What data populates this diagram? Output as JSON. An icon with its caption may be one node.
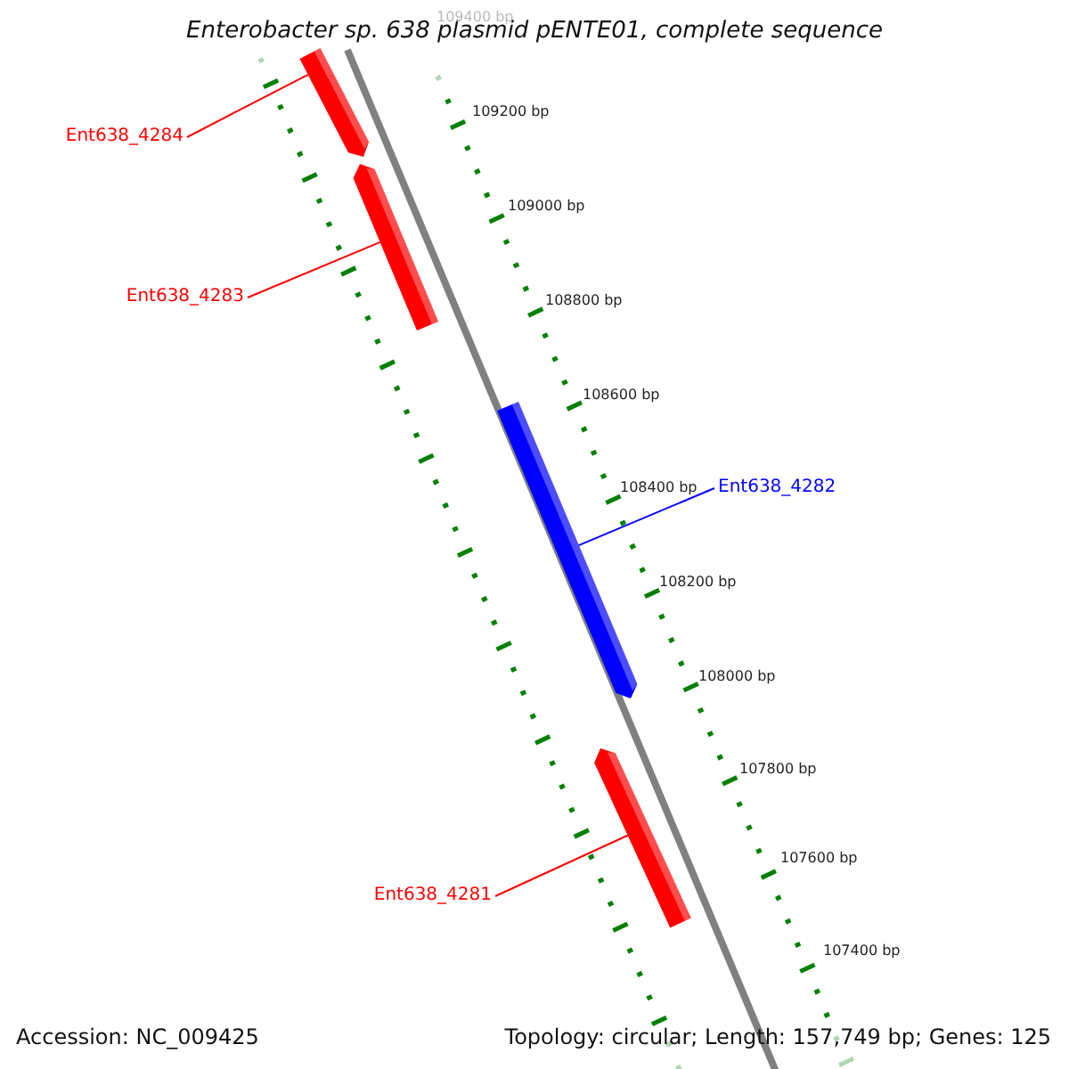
{
  "diagram": {
    "title": "Enterobacter sp. 638 plasmid pENTE01, complete sequence",
    "nodes": [
      {
        "text": [
          "Ent638_4284"
        ]
      },
      {
        "text": [
          "Ent638_4283"
        ]
      },
      {
        "text": [
          "Ent638_4282"
        ]
      },
      {
        "text": [
          "Ent638_4281"
        ]
      },
      {
        "text": [],
        "shape": "bar"
      },
      {
        "text": [],
        "shape": "bar"
      },
      {
        "text": [],
        "shape": "bar"
      },
      {
        "text": [],
        "shape": "bar"
      }
    ],
    "edges": [
      {
        "from": 0,
        "to": 4,
        "arrow": "none"
      },
      {
        "from": 1,
        "to": 5,
        "arrow": "none"
      },
      {
        "from": 2,
        "to": 6,
        "arrow": "none",
        "color": "#0000ff"
      },
      {
        "from": 3,
        "to": 7,
        "arrow": "none"
      }
    ],
    "labels": [
      "109400 bp",
      "109200 bp",
      "109000 bp",
      "108800 bp",
      "108600 bp",
      "108400 bp",
      "108200 bp",
      "108000 bp",
      "107800 bp",
      "107600 bp",
      "107400 bp",
      "Accession: NC_009425",
      "Topology: circular; Length: 157,749 bp; Genes: 125"
    ]
  }
}
